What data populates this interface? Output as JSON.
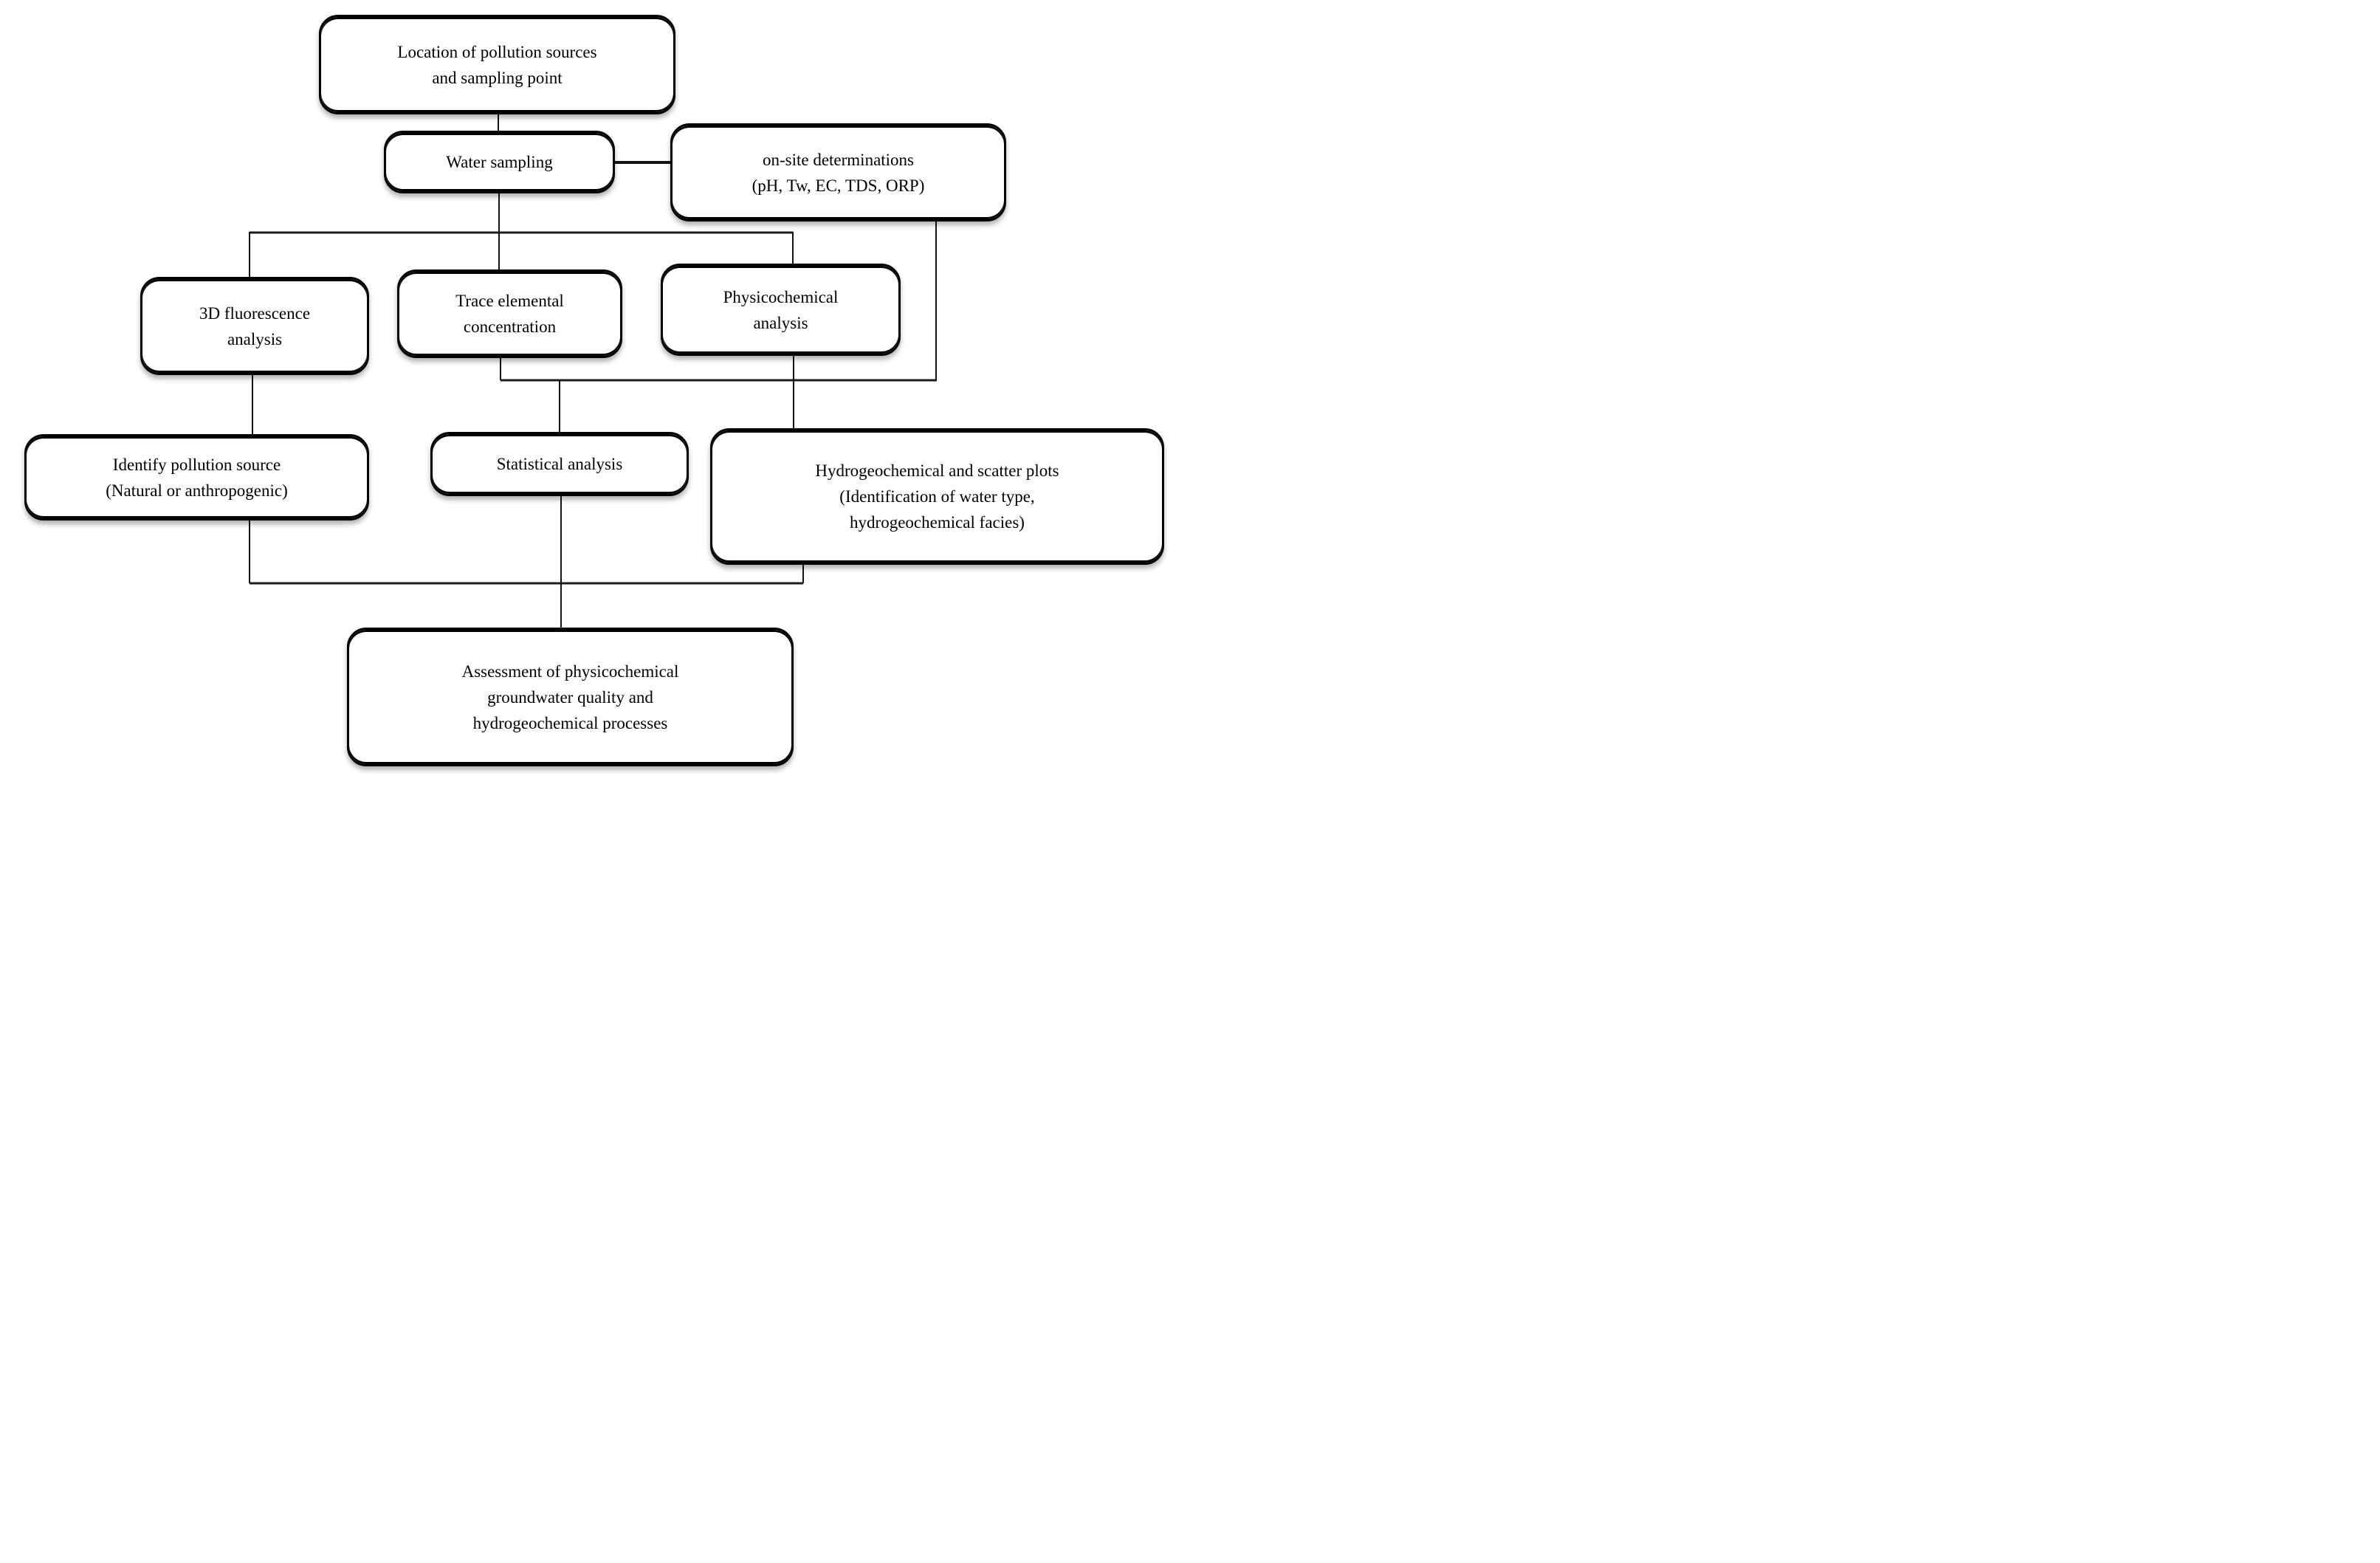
{
  "figure": {
    "type": "flowchart",
    "background": "#ffffff",
    "box_fill": "#ffffff",
    "box_border_color": "#020202",
    "text_color": "#000000",
    "line_color": "#131313"
  },
  "nodes": {
    "location": {
      "label": "Location of pollution sources\nand sampling point"
    },
    "water_sampling": {
      "label": "Water sampling"
    },
    "onsite_determinations": {
      "label": "on-site determinations\n(pH, Tw, EC, TDS, ORP)"
    },
    "fluorescence": {
      "label": "3D fluorescence\nanalysis"
    },
    "trace_elemental": {
      "label": "Trace elemental\nconcentration"
    },
    "physicochemical": {
      "label": "Physicochemical\nanalysis"
    },
    "identify_source": {
      "label": "Identify pollution source\n(Natural or anthropogenic)"
    },
    "statistical": {
      "label": "Statistical analysis"
    },
    "hydrogeochemical": {
      "label": "Hydrogeochemical and scatter plots\n(Identification of water type,\nhydrogeochemical facies)"
    },
    "assessment": {
      "label": "Assessment of physicochemical\ngroundwater quality and\nhydrogeochemical processes"
    }
  },
  "edges": [
    {
      "from": "location",
      "to": "water_sampling"
    },
    {
      "from": "water_sampling",
      "to": "onsite_determinations"
    },
    {
      "from": "water_sampling",
      "to": "fluorescence"
    },
    {
      "from": "water_sampling",
      "to": "trace_elemental"
    },
    {
      "from": "water_sampling",
      "to": "physicochemical"
    },
    {
      "from": "onsite_determinations",
      "to": "statistical"
    },
    {
      "from": "trace_elemental",
      "to": "statistical"
    },
    {
      "from": "physicochemical",
      "to": "hydrogeochemical"
    },
    {
      "from": "fluorescence",
      "to": "identify_source"
    },
    {
      "from": "identify_source",
      "to": "assessment"
    },
    {
      "from": "statistical",
      "to": "assessment"
    },
    {
      "from": "hydrogeochemical",
      "to": "assessment"
    }
  ]
}
